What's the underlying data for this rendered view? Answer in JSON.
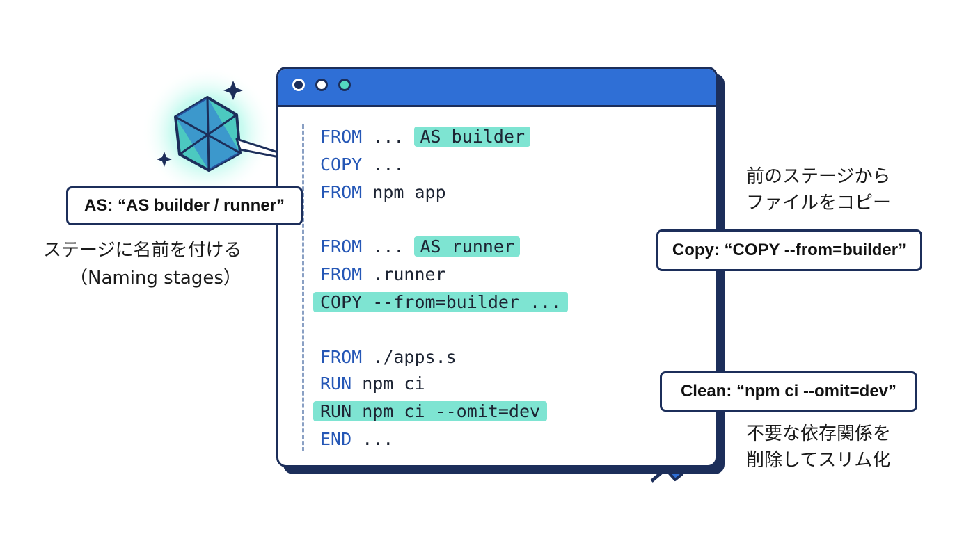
{
  "window": {
    "dots": [
      "#1c2e5a",
      "#ffffff",
      "#55d8c0"
    ],
    "lines": [
      {
        "kw": "FROM",
        "text": " ... ",
        "hl": "AS builder"
      },
      {
        "kw": "COPY",
        "text": " ..."
      },
      {
        "kw": "FROM",
        "text": " npm app"
      },
      {
        "kw": "FROM",
        "text": " ... ",
        "hl": "AS runner"
      },
      {
        "kw": "FROM",
        "text": " .runner"
      },
      {
        "full": "COPY --from=builder ..."
      },
      {
        "kw": "FROM",
        "text": " ./apps.s"
      },
      {
        "kw": "RUN",
        "text": " npm ci"
      },
      {
        "full": "RUN npm ci --omit=dev"
      },
      {
        "kw": "END",
        "text": " ..."
      }
    ]
  },
  "callouts": {
    "as": "AS: “AS builder / runner”",
    "copy": "Copy: “COPY --from=builder”",
    "clean": "Clean: “npm ci --omit=dev”"
  },
  "notes": {
    "naming_1": "ステージに名前を付ける",
    "naming_2": "（Naming stages）",
    "copy_1": "前のステージから",
    "copy_2": "ファイルをコピー",
    "clean_1": "不要な依存関係を",
    "clean_2": "削除してスリム化"
  },
  "colors": {
    "accent": "#2f6fd6",
    "highlight": "#7ee4d2",
    "outline": "#1c2e5a",
    "glow": "#5ff0d2"
  },
  "icons": [
    "crystal-icon",
    "key-icon",
    "gem-key-icon",
    "sparkle-icon"
  ]
}
